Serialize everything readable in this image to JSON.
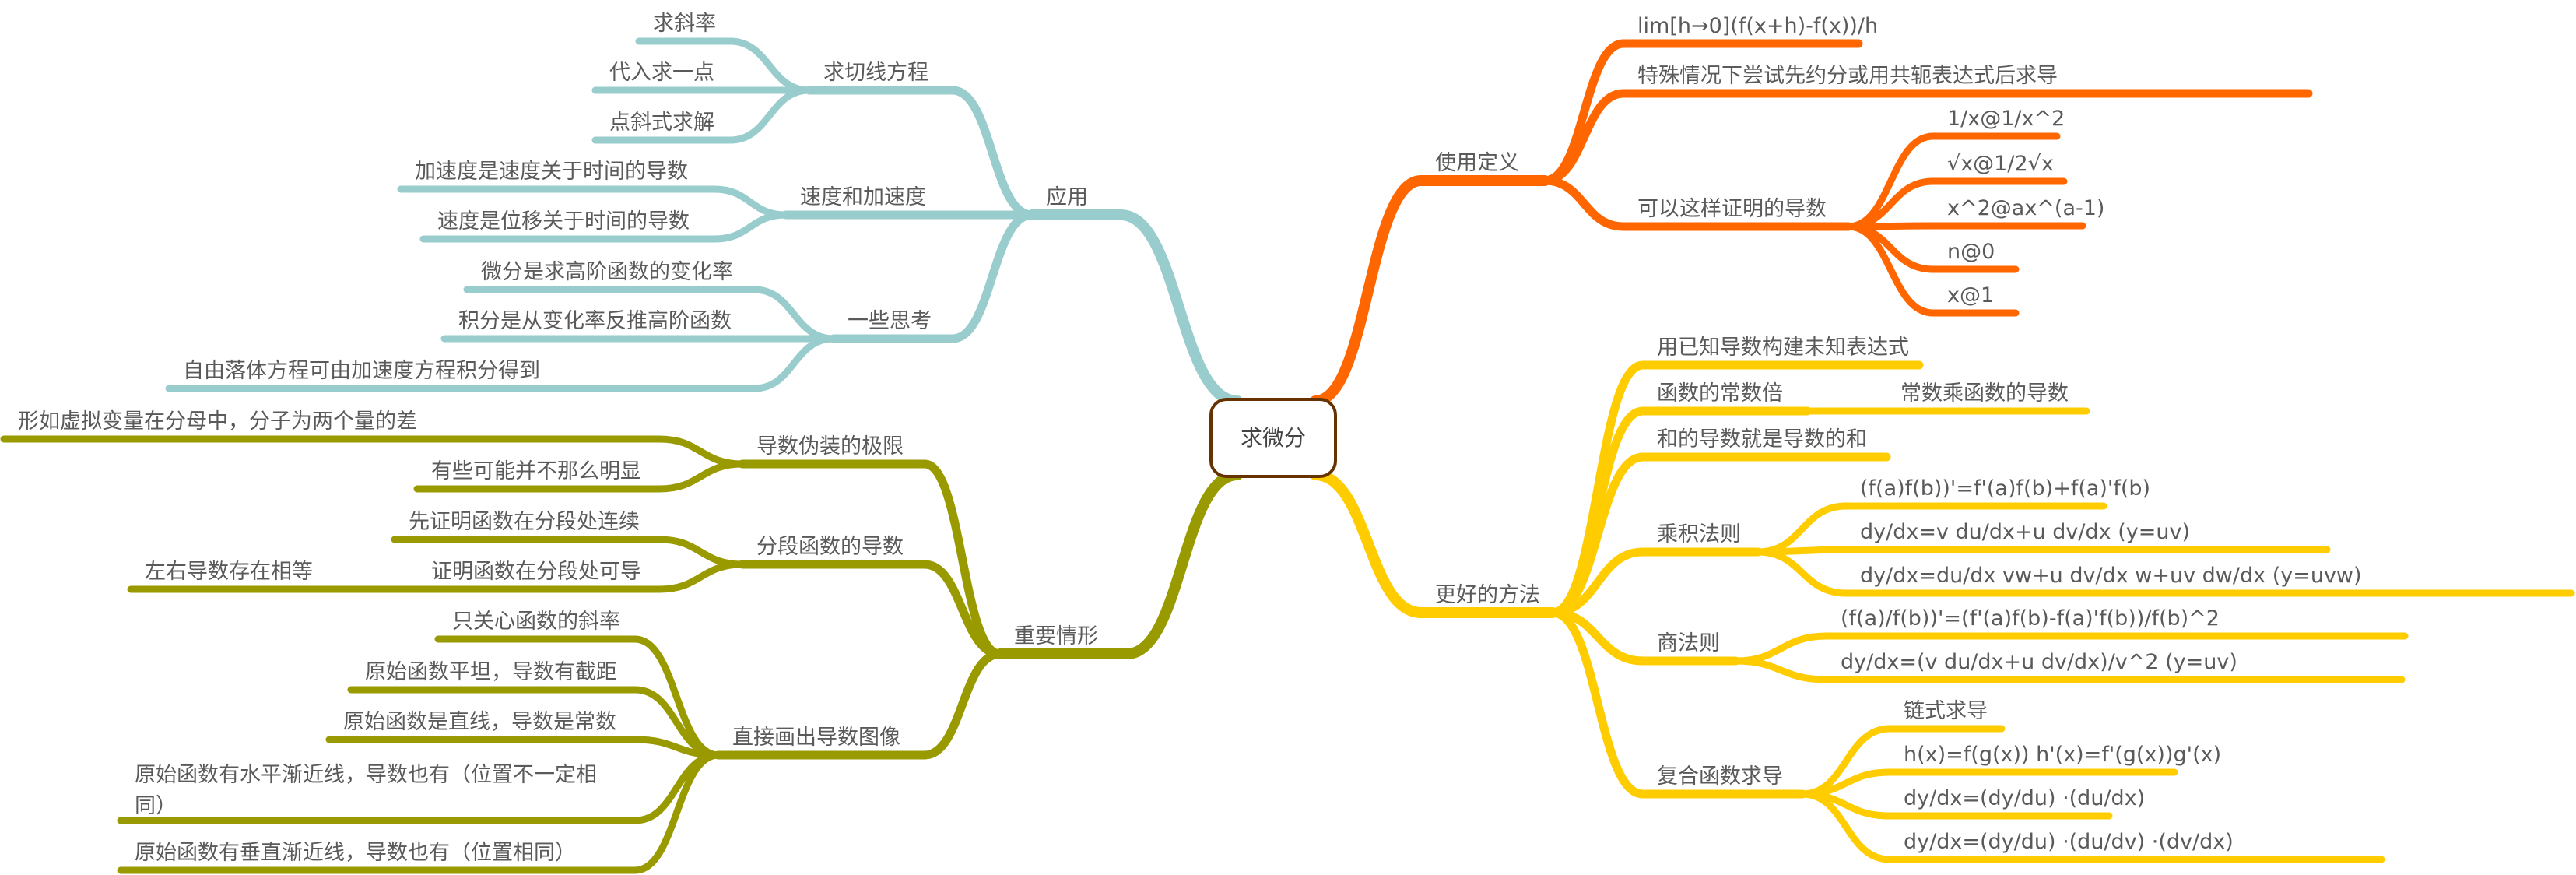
{
  "root": {
    "label": "求微分",
    "border_color": "#663300"
  },
  "branches": [
    {
      "label": "使用定义",
      "color": "#ff6600",
      "children": [
        {
          "label": "lim[h→0](f(x+h)-f(x))/h"
        },
        {
          "label": "特殊情况下尝试先约分或用共轭表达式后求导"
        },
        {
          "label": "可以这样证明的导数",
          "children": [
            {
              "label": "1/x@1/x^2"
            },
            {
              "label": "√x@1/2√x"
            },
            {
              "label": "x^2@ax^(a-1)"
            },
            {
              "label": "n@0"
            },
            {
              "label": "x@1"
            }
          ]
        }
      ]
    },
    {
      "label": "更好的方法",
      "color": "#ffcc00",
      "children": [
        {
          "label": "用已知导数构建未知表达式"
        },
        {
          "label": "函数的常数倍",
          "children": [
            {
              "label": "常数乘函数的导数"
            }
          ]
        },
        {
          "label": "和的导数就是导数的和"
        },
        {
          "label": "乘积法则",
          "children": [
            {
              "label": "(f(a)f(b))'=f'(a)f(b)+f(a)'f(b)"
            },
            {
              "label": "dy/dx=v du/dx+u dv/dx (y=uv)"
            },
            {
              "label": "dy/dx=du/dx vw+u dv/dx w+uv dw/dx (y=uvw)"
            }
          ]
        },
        {
          "label": "商法则",
          "children": [
            {
              "label": "(f(a)/f(b))'=(f'(a)f(b)-f(a)'f(b))/f(b)^2"
            },
            {
              "label": "dy/dx=(v du/dx+u dv/dx)/v^2 (y=uv)"
            }
          ]
        },
        {
          "label": "复合函数求导",
          "children": [
            {
              "label": "链式求导"
            },
            {
              "label": "h(x)=f(g(x)) h'(x)=f'(g(x))g'(x)"
            },
            {
              "label": "dy/dx=(dy/du) ·(du/dx)"
            },
            {
              "label": "dy/dx=(dy/du) ·(du/dv) ·(dv/dx)"
            }
          ]
        }
      ]
    },
    {
      "label": "应用",
      "color": "#99cccc",
      "children": [
        {
          "label": "求切线方程",
          "children": [
            {
              "label": "求斜率"
            },
            {
              "label": "代入求一点"
            },
            {
              "label": "点斜式求解"
            }
          ]
        },
        {
          "label": "速度和加速度",
          "children": [
            {
              "label": "加速度是速度关于时间的导数"
            },
            {
              "label": "速度是位移关于时间的导数"
            }
          ]
        },
        {
          "label": "一些思考",
          "children": [
            {
              "label": "微分是求高阶函数的变化率"
            },
            {
              "label": "积分是从变化率反推高阶函数"
            },
            {
              "label": "自由落体方程可由加速度方程积分得到"
            }
          ]
        }
      ]
    },
    {
      "label": "重要情形",
      "color": "#999900",
      "children": [
        {
          "label": "导数伪装的极限",
          "children": [
            {
              "label": "形如虚拟变量在分母中，分子为两个量的差"
            },
            {
              "label": "有些可能并不那么明显"
            }
          ]
        },
        {
          "label": "分段函数的导数",
          "children": [
            {
              "label": "先证明函数在分段处连续"
            },
            {
              "label": "证明函数在分段处可导",
              "children": [
                {
                  "label": "左右导数存在相等"
                }
              ]
            }
          ]
        },
        {
          "label": "直接画出导数图像",
          "children": [
            {
              "label": "只关心函数的斜率"
            },
            {
              "label": "原始函数平坦，导数有截距"
            },
            {
              "label": "原始函数是直线，导数是常数"
            },
            {
              "label_lines": [
                "原始函数有水平渐近线，导数也有（位置不一定相",
                "同）"
              ]
            },
            {
              "label": "原始函数有垂直渐近线，导数也有（位置相同）"
            }
          ]
        }
      ]
    }
  ]
}
